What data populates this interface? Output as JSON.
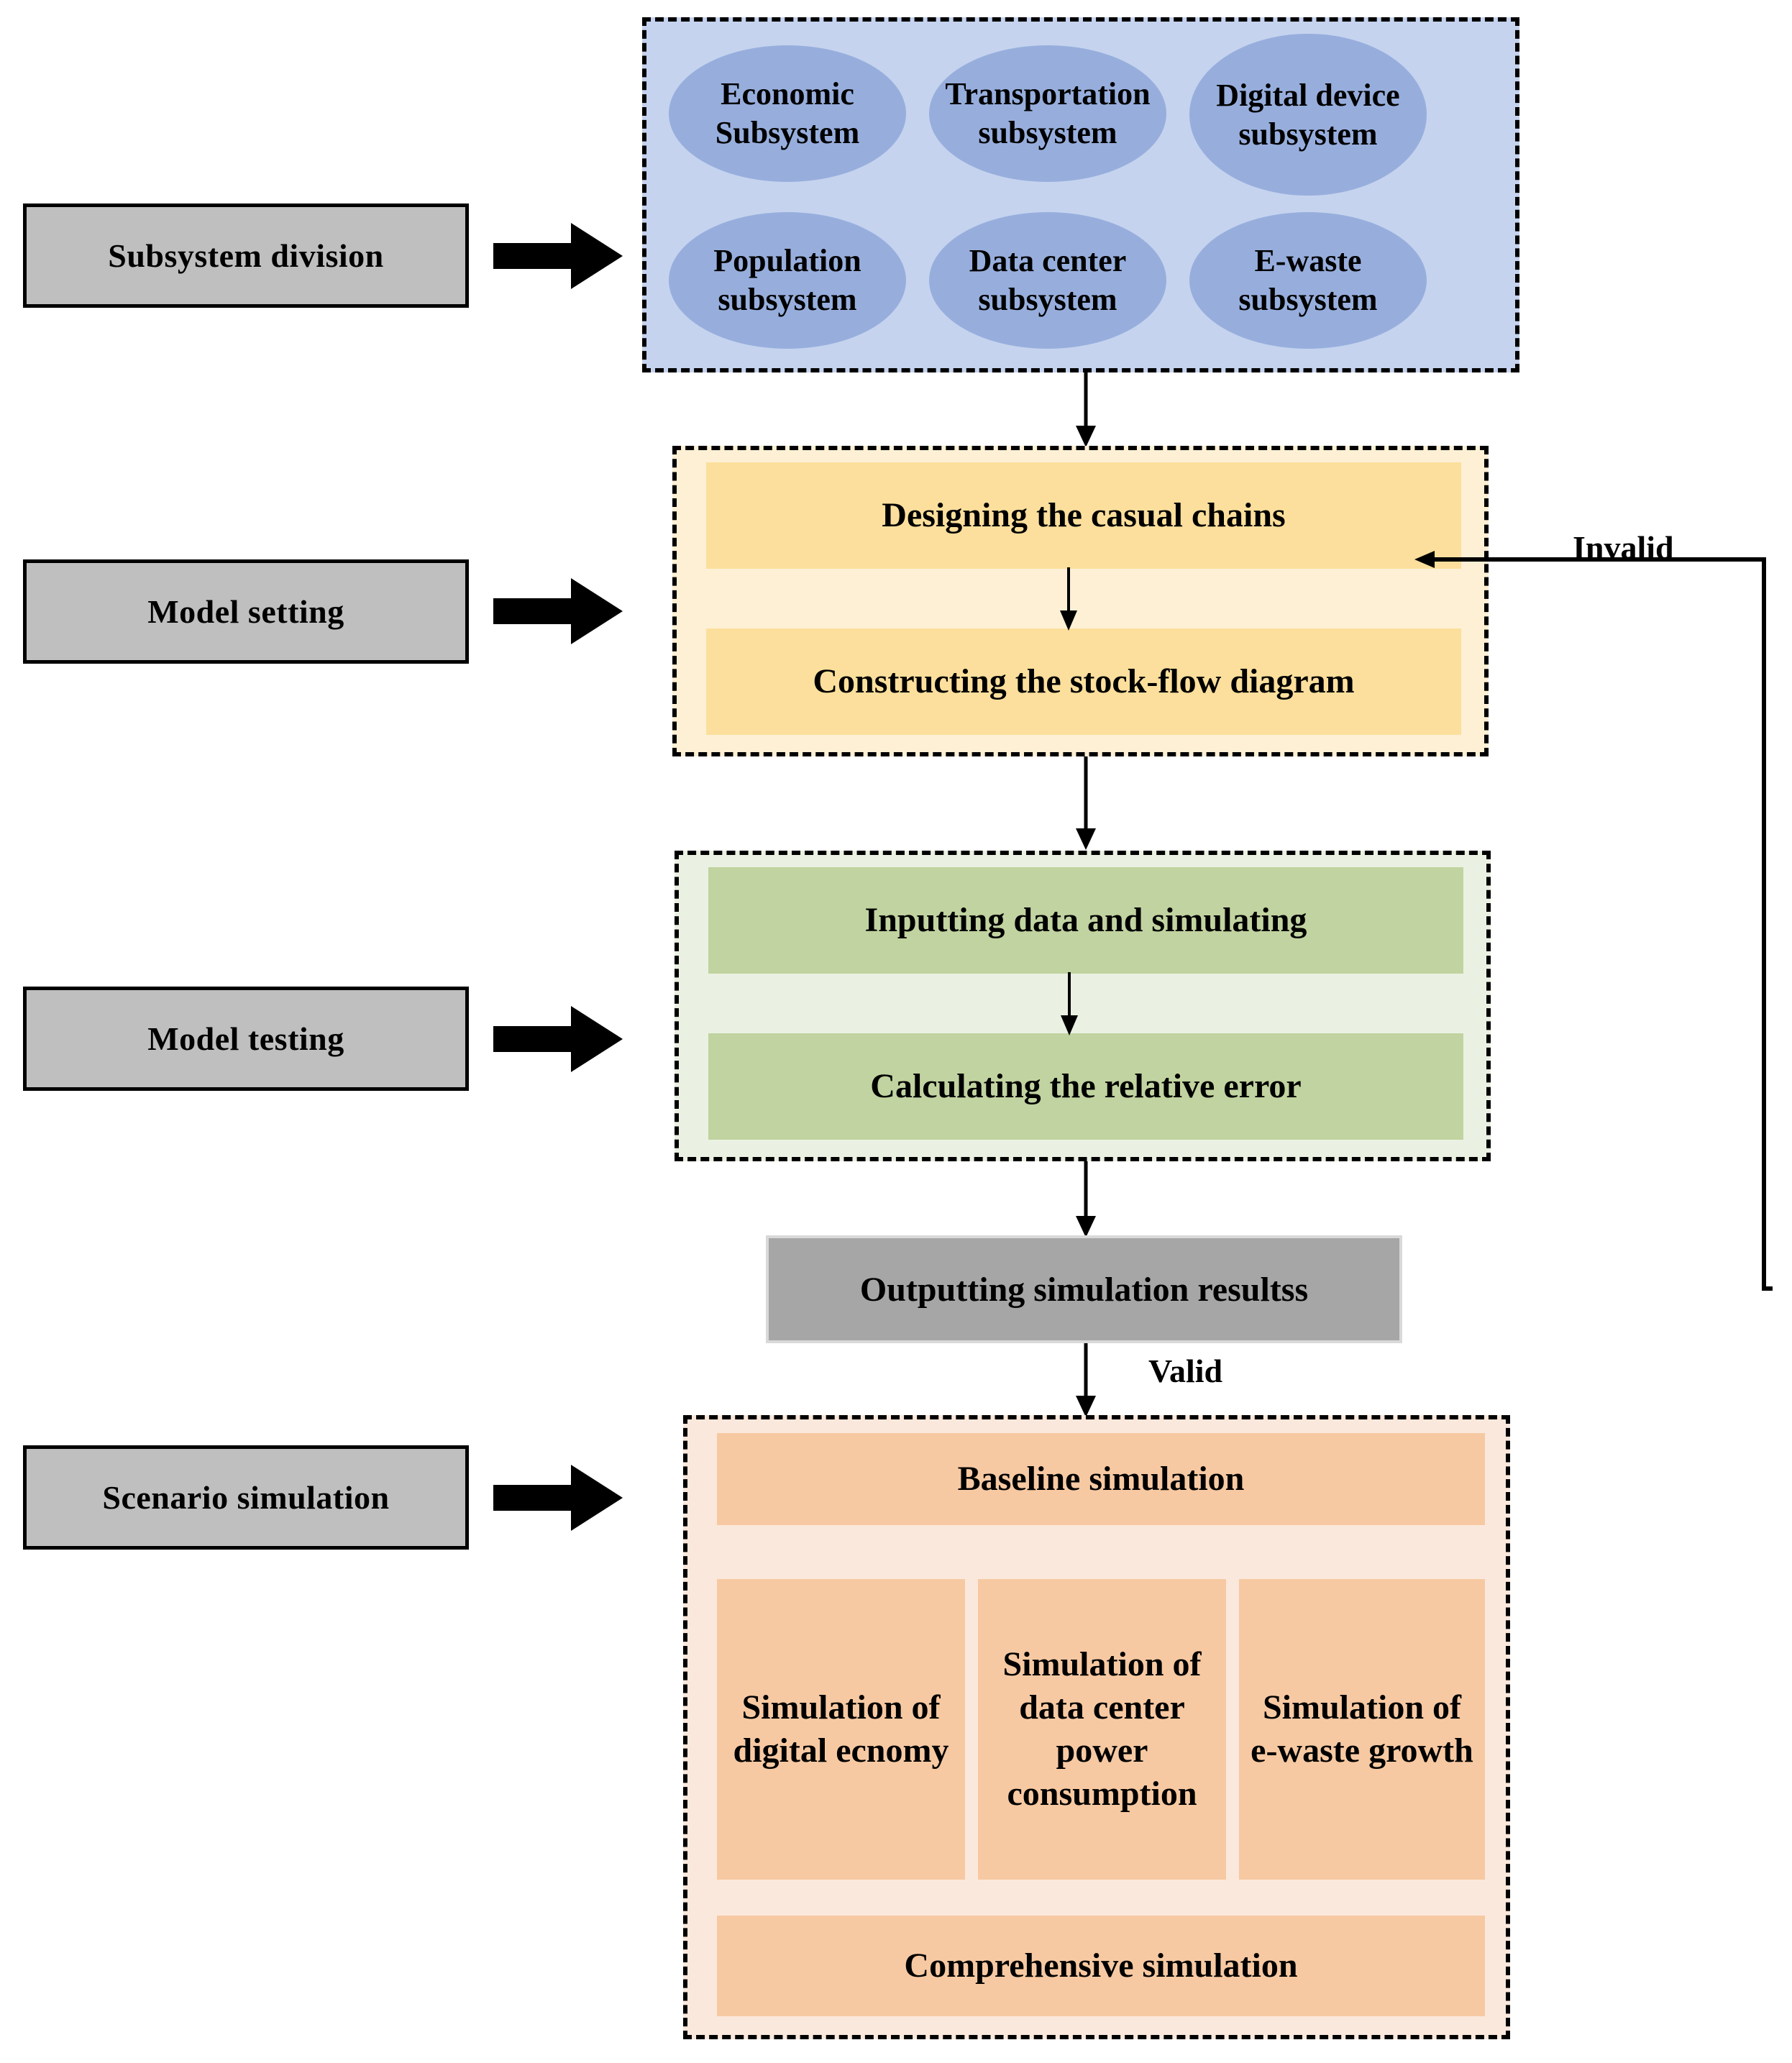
{
  "figure": {
    "kind": "system-dynamics-methodology-flowchart"
  },
  "stages": [
    {
      "label": "Subsystem division"
    },
    {
      "label": "Model setting"
    },
    {
      "label": "Model testing"
    },
    {
      "label": "Scenario simulation"
    }
  ],
  "subsystem_division": {
    "subsystems": [
      "Economic Subsystem",
      "Transportation subsystem",
      "Digital device subsystem",
      "Population subsystem",
      "Data center subsystem",
      "E-waste subsystem"
    ]
  },
  "model_setting": {
    "steps": [
      "Designing the casual chains",
      "Constructing the stock-flow diagram"
    ]
  },
  "model_testing": {
    "steps": [
      "Inputting data and simulating",
      "Calculating the relative error"
    ]
  },
  "output": {
    "label": "Outputting simulation resultss"
  },
  "decision_labels": {
    "valid": "Valid",
    "invalid": "Invalid"
  },
  "scenario_simulation": {
    "baseline": "Baseline simulation",
    "scenarios": [
      "Simulation of digital ecnomy",
      "Simulation of data center power consumption",
      "Simulation of e-waste growth"
    ],
    "comprehensive": "Comprehensive simulation"
  },
  "colors": {
    "stage_label_fill": "#bfbfbf",
    "subsystem_panel_fill": "#c5d3ee",
    "subsystem_ellipse_fill": "#97aedd",
    "model_setting_panel_fill": "#fdf0d5",
    "model_setting_step_fill": "#fcdf9c",
    "model_testing_panel_fill": "#eaf1e2",
    "model_testing_step_fill": "#c1d3a0",
    "output_fill": "#a6a6a6",
    "scenario_panel_fill": "#fbe8dc",
    "scenario_step_fill": "#f7c9a2",
    "stroke": "#000000"
  }
}
